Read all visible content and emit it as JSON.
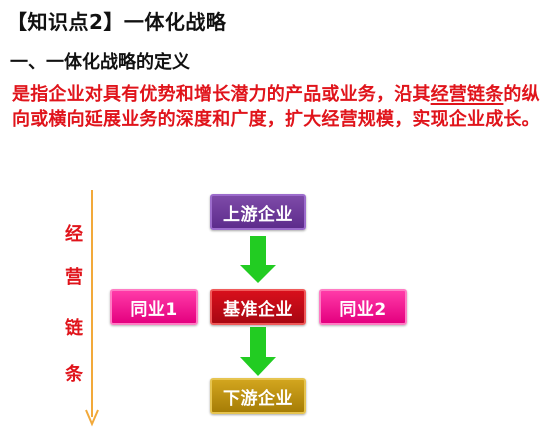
{
  "heading": "【知识点2】一体化战略",
  "subheading": "一、一体化战略的定义",
  "definition": {
    "part1": "是指企业对具有优势和增长潜力的产品或业务，沿其",
    "highlight": "经营链条",
    "part2": "的纵向或横向延展业务的深度和广度，扩大经营规模，实现企业成长。"
  },
  "diagram": {
    "axis_label_chars": [
      "经",
      "营",
      "链",
      "条"
    ],
    "upstream": "上游企业",
    "core": "基准企业",
    "downstream": "下游企业",
    "peer_left": "同业1",
    "peer_right": "同业2"
  },
  "colors": {
    "axis": "#f2a93a",
    "arrow": "#22cc22",
    "accent_red": "#e0141b",
    "upstream_box": "#6b3a99",
    "core_box": "#c40c16",
    "downstream_box": "#bb9110",
    "peer_box": "#f00090"
  }
}
